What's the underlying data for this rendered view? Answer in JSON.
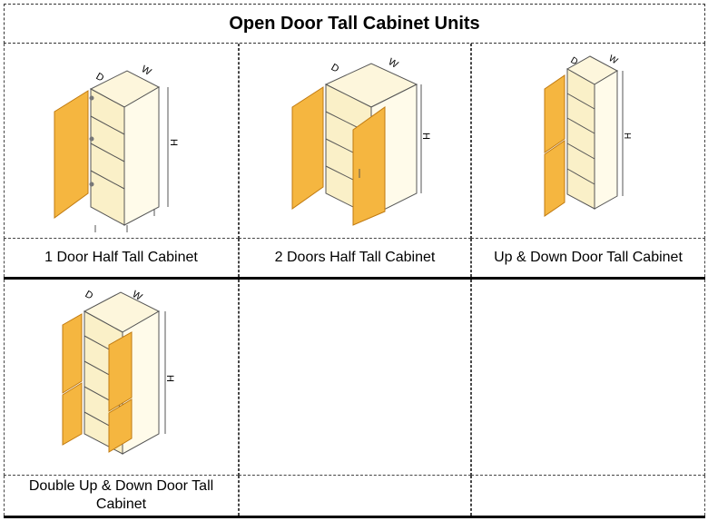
{
  "title": "Open Door Tall Cabinet Units",
  "cells": [
    {
      "label": "1 Door Half Tall Cabinet",
      "icon": "one-door-half-tall-cabinet-icon"
    },
    {
      "label": "2 Doors Half Tall Cabinet",
      "icon": "two-doors-half-tall-cabinet-icon"
    },
    {
      "label": "Up & Down Door Tall Cabinet",
      "icon": "up-down-door-tall-cabinet-icon"
    },
    {
      "label": "Double Up & Down Door Tall Cabinet",
      "icon": "double-up-down-door-tall-cabinet-icon"
    },
    {
      "label": "",
      "icon": ""
    },
    {
      "label": "",
      "icon": ""
    }
  ],
  "dimension_labels": {
    "depth": "D",
    "width": "W",
    "height": "H"
  },
  "colors": {
    "door": "#f5b640",
    "carcass": "#fdf6dc",
    "outline": "#555555"
  }
}
